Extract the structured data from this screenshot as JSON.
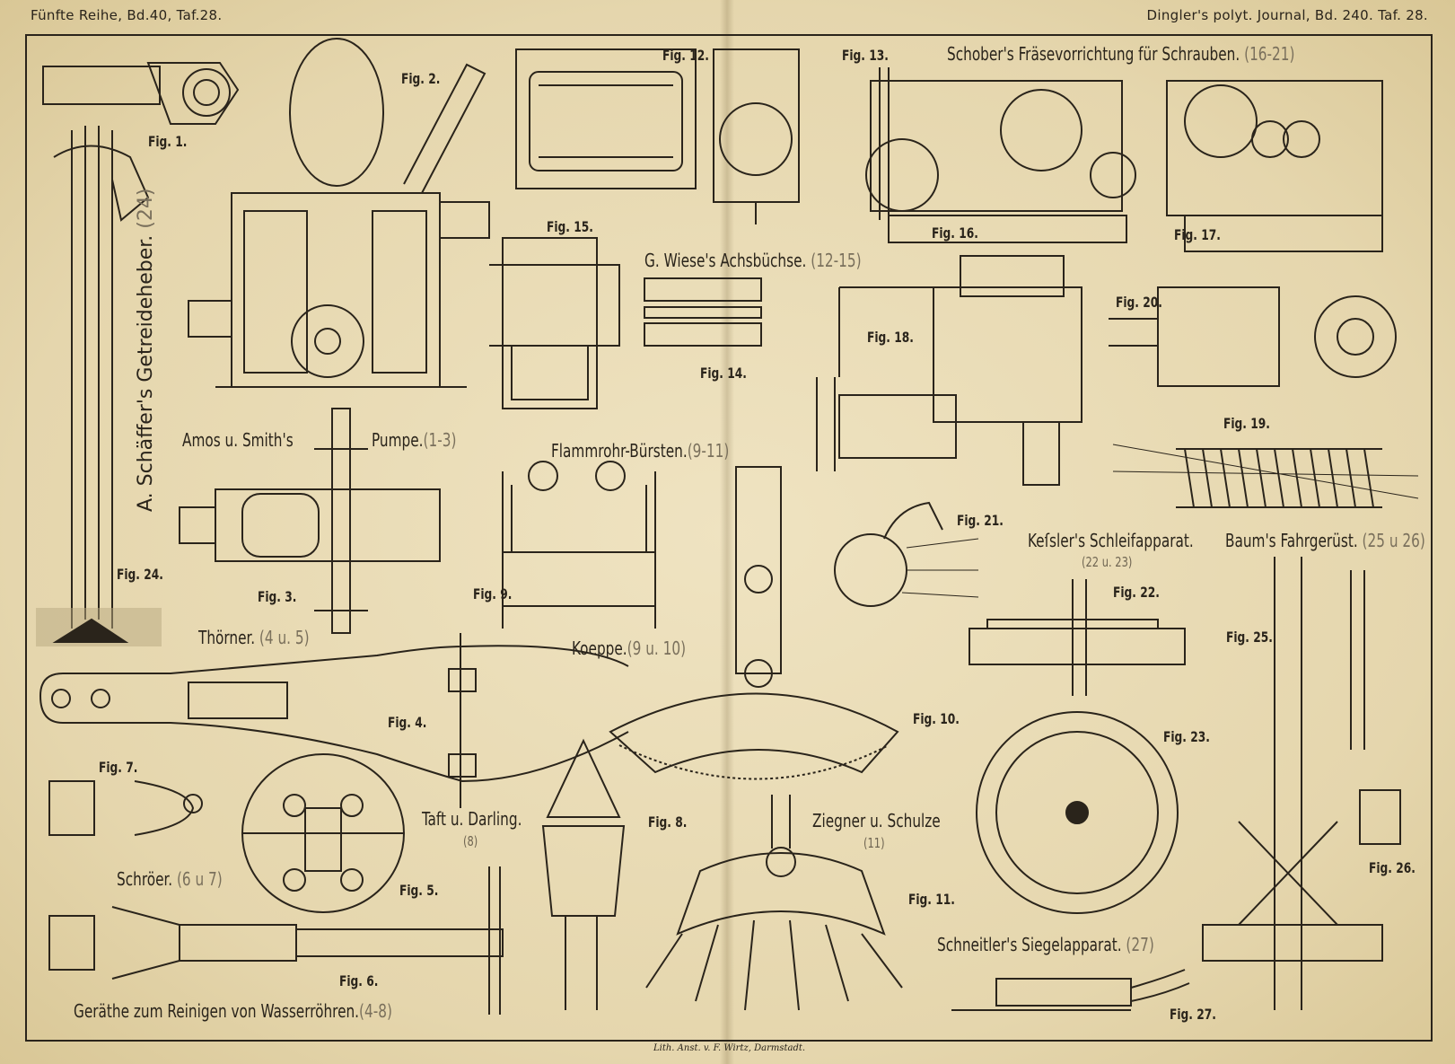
{
  "header": {
    "left": "Fünfte Reihe, Bd.40, Taf.28.",
    "right": "Dingler's polyt. Journal, Bd. 240. Taf. 28."
  },
  "credit": "Lith. Anst. v. F. Wirtz, Darmstadt.",
  "captions": {
    "schaffer": "A. Schäffer's Getreideheber.",
    "schaffer_ref": "(24)",
    "amos": "Amos u. Smith's",
    "pumpe": "Pumpe.",
    "pumpe_ref": "(1-3)",
    "thorner": "Thörner.",
    "thorner_ref": "(4 u. 5)",
    "schroer": "Schröer.",
    "schroer_ref": "(6 u 7)",
    "geraethe": "Geräthe zum Reinigen von Wasserröhren.",
    "geraethe_ref": "(4-8)",
    "taft": "Taft u. Darling.",
    "taft_ref": "(8)",
    "wiese": "G. Wiese's Achsbüchse.",
    "wiese_ref": "(12-15)",
    "flammrohr": "Flammrohr-Bürsten.",
    "flammrohr_ref": "(9-11)",
    "koeppe": "Koeppe.",
    "koeppe_ref": "(9 u. 10)",
    "ziegner": "Ziegner u. Schulze",
    "ziegner_ref": "(11)",
    "schober": "Schober's Fräsevorrichtung für Schrauben.",
    "schober_ref": "(16-21)",
    "kessler": "Keſsler's Schleifapparat.",
    "kessler_ref": "(22 u. 23)",
    "baum": "Baum's Fahrgerüst.",
    "baum_ref": "(25 u 26)",
    "schneitler": "Schneitler's Siegelapparat.",
    "schneitler_ref": "(27)"
  },
  "figures": {
    "f1": "Fig. 1.",
    "f2": "Fig. 2.",
    "f3": "Fig. 3.",
    "f4": "Fig. 4.",
    "f5": "Fig. 5.",
    "f6": "Fig. 6.",
    "f7": "Fig. 7.",
    "f8": "Fig. 8.",
    "f9": "Fig. 9.",
    "f10": "Fig. 10.",
    "f11": "Fig. 11.",
    "f12": "Fig. 12.",
    "f13": "Fig. 13.",
    "f14": "Fig. 14.",
    "f15": "Fig. 15.",
    "f16": "Fig. 16.",
    "f17": "Fig. 17.",
    "f18": "Fig. 18.",
    "f19": "Fig. 19.",
    "f20": "Fig. 20.",
    "f21": "Fig. 21.",
    "f22": "Fig. 22.",
    "f23": "Fig. 23.",
    "f24": "Fig. 24.",
    "f25": "Fig. 25.",
    "f26": "Fig. 26.",
    "f27": "Fig. 27."
  },
  "colors": {
    "paper": "#e9dcb8",
    "ink": "#2a241b",
    "faded": "#7a705c"
  }
}
